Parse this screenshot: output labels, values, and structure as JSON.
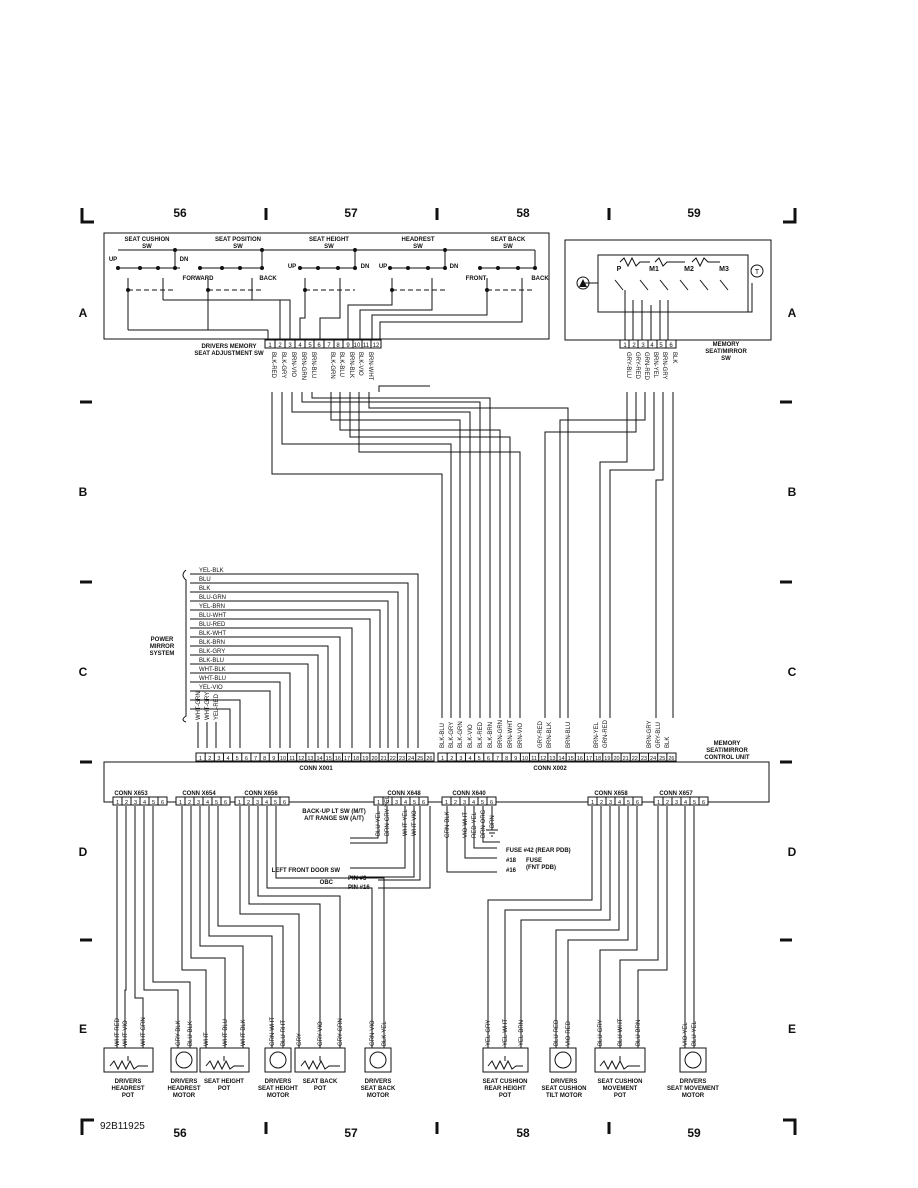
{
  "columns": [
    "56",
    "57",
    "58",
    "59"
  ],
  "rows": [
    "A",
    "B",
    "C",
    "D",
    "E"
  ],
  "doc_id": "92B11925",
  "seat_switch": {
    "sections": [
      "SEAT CUSHION\nSW",
      "SEAT POSITION\nSW",
      "SEAT HEIGHT\nSW",
      "HEADREST\nSW",
      "SEAT BACK\nSW"
    ],
    "labels": [
      "UP",
      "DN",
      "FORWARD",
      "BACK",
      "UP",
      "DN",
      "UP",
      "DN",
      "FRONT",
      "BACK"
    ],
    "name": "DRIVERS MEMORY\nSEAT ADJUSTMENT SW",
    "pins": [
      "1",
      "2",
      "3",
      "4",
      "5",
      "6",
      "7",
      "8",
      "9",
      "10",
      "11",
      "12"
    ],
    "wires": [
      "BLK-RED",
      "BLK-GRY",
      "BRN-VIO",
      "BRN-GRN",
      "BRN-BLU",
      "BLK-GRN",
      "BLK-BLU",
      "BRN-BLK",
      "BLK-VIO",
      "BRN-WHT"
    ]
  },
  "mirror_switch": {
    "labels": [
      "P",
      "M1",
      "M2",
      "M3"
    ],
    "name": "MEMORY\nSEAT/MIRROR\nSW",
    "pins": [
      "1",
      "2",
      "3",
      "4",
      "5",
      "6"
    ],
    "wires": [
      "GRY-BLU",
      "GRY-RED",
      "GRN-RED",
      "BRN-YEL",
      "BRN-GRY",
      "BLK"
    ]
  },
  "power_mirror": {
    "wires": [
      "YEL-BLK",
      "BLU",
      "BLK",
      "BLU-GRN",
      "YEL-BRN",
      "BLU-WHT",
      "BLU-RED",
      "BLK-WHT",
      "BLK-BRN",
      "BLK-GRY",
      "BLK-BLU",
      "WHT-BLK",
      "WHT-BLU",
      "YEL-VIO"
    ],
    "label": "POWER\nMIRROR\nSYSTEM",
    "bottom_wires": [
      "WHT-GRN",
      "WHT-GRY",
      "YEL-RED"
    ]
  },
  "control_unit": {
    "name": "MEMORY\nSEAT/MIRROR\nCONTROL UNIT",
    "conn1": "CONN X001",
    "conn1_pins": [
      "1",
      "2",
      "3",
      "4",
      "5",
      "6",
      "7",
      "8",
      "9",
      "10",
      "11",
      "12",
      "13",
      "14",
      "15",
      "16",
      "17",
      "18",
      "19",
      "20",
      "21",
      "22",
      "23",
      "24",
      "25",
      "26"
    ],
    "conn2": "CONN X002",
    "conn2_pins": [
      "1",
      "2",
      "3",
      "4",
      "5",
      "6",
      "7",
      "8",
      "9",
      "10",
      "11",
      "12",
      "13",
      "14",
      "15",
      "16",
      "17",
      "18",
      "19",
      "20",
      "21",
      "22",
      "23",
      "24",
      "25",
      "26"
    ],
    "conn2_wires": [
      "BLK-BLU",
      "BLK-GRY",
      "BLK-GRN",
      "BLK-VIO",
      "BLK-RED",
      "BLK-BRN",
      "BRN-GRN",
      "BRN-WHT",
      "BRN-VIO",
      "GRY-RED",
      "BRN-BLK",
      "BRN-BLU",
      "BRN-YEL",
      "GRN-RED",
      "BRN-GRY",
      "GRY-BLU",
      "BLK"
    ]
  },
  "conns": [
    {
      "name": "CONN X653",
      "pins": [
        "1",
        "2",
        "3",
        "4",
        "5",
        "6"
      ]
    },
    {
      "name": "CONN X654",
      "pins": [
        "1",
        "2",
        "3",
        "4",
        "5",
        "6"
      ]
    },
    {
      "name": "CONN X656",
      "pins": [
        "1",
        "2",
        "3",
        "4",
        "5",
        "6"
      ]
    },
    {
      "name": "CONN X648",
      "pins": [
        "1",
        "2",
        "3",
        "4",
        "5",
        "6"
      ]
    },
    {
      "name": "CONN X640",
      "pins": [
        "1",
        "2",
        "3",
        "4",
        "5",
        "6"
      ]
    },
    {
      "name": "CONN X658",
      "pins": [
        "1",
        "2",
        "3",
        "4",
        "5",
        "6"
      ]
    },
    {
      "name": "CONN X657",
      "pins": [
        "1",
        "2",
        "3",
        "4",
        "5",
        "6"
      ]
    }
  ],
  "mid": {
    "x648_wires": [
      "BLU-YEL",
      "BRN-GRY-YEL",
      "WHT-YEL",
      "WHT-VIO"
    ],
    "backup": "BACK-UP LT SW (M/T)\nA/T RANGE SW (A/T)",
    "door": "LEFT FRONT DOOR SW",
    "obc": "OBC",
    "pin3": "PIN #3",
    "pin16": "PIN #16",
    "x640_wires": [
      "GRN-BLK",
      "VIO-WHT",
      "RED-YEL",
      "BRN-ORG",
      "BRN"
    ],
    "fuse42": "FUSE #42 (REAR PDB)",
    "fuse18": "#18",
    "fuse_fnt": "FUSE\n(FNT PDB)",
    "fuse16": "#16"
  },
  "components": [
    {
      "name": "DRIVERS\nHEADREST\nPOT",
      "wires": [
        "WHT-RED",
        "WHT-VIO",
        "WHT-GRN"
      ]
    },
    {
      "name": "DRIVERS\nHEADREST\nMOTOR",
      "wires": [
        "GRY-BLK",
        "BLU-BLK"
      ]
    },
    {
      "name": "SEAT HEIGHT\nPOT",
      "wires": [
        "WHT",
        "WHT-BLU",
        "WHT-BLK"
      ]
    },
    {
      "name": "DRIVERS\nSEAT HEIGHT\nMOTOR",
      "wires": [
        "GRN-WHT",
        "BLU-RHT"
      ]
    },
    {
      "name": "SEAT BACK\nPOT",
      "wires": [
        "GRY",
        "GRY-VIO",
        "GRY-GRN"
      ]
    },
    {
      "name": "DRIVERS\nSEAT BACK\nMOTOR",
      "wires": [
        "GRN-VIO",
        "BLK-YEL"
      ]
    },
    {
      "name": "SEAT CUSHION\nREAR HEIGHT\nPOT",
      "wires": [
        "YEL-GRY",
        "YEL-WHT",
        "YEL-BRN"
      ]
    },
    {
      "name": "DRIVERS\nSEAT CUSHION\nTILT MOTOR",
      "wires": [
        "BLU-RED",
        "VIO-RED"
      ]
    },
    {
      "name": "SEAT CUSHION\nMOVEMENT\nPOT",
      "wires": [
        "BLU-GRY",
        "BLU-WHT",
        "BLU-BRN"
      ]
    },
    {
      "name": "DRIVERS\nSEAT MOVEMENT\nMOTOR",
      "wires": [
        "VIO-YEL",
        "BLU-YEL"
      ]
    }
  ]
}
